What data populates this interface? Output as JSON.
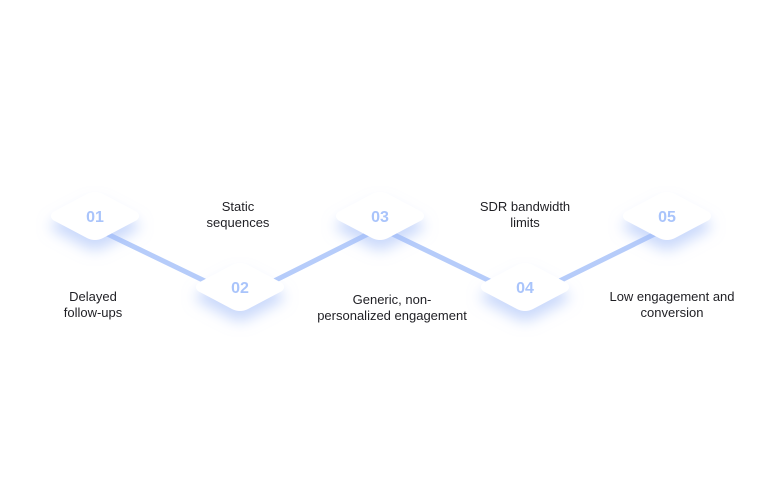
{
  "colors": {
    "node_fill": "#ffffff",
    "number": "#a9c4fb",
    "connector": "#b6ccfa",
    "shadow": "#9fbaf8",
    "text": "#1f1f24"
  },
  "steps": [
    {
      "number": "01",
      "label_lines": [
        "Delayed",
        "follow-ups"
      ]
    },
    {
      "number": "02",
      "label_lines": [
        "Static",
        "sequences"
      ]
    },
    {
      "number": "03",
      "label_lines": [
        "Generic, non-",
        "personalized engagement"
      ]
    },
    {
      "number": "04",
      "label_lines": [
        "SDR bandwidth",
        "limits"
      ]
    },
    {
      "number": "05",
      "label_lines": [
        "Low engagement and",
        "conversion"
      ]
    }
  ]
}
